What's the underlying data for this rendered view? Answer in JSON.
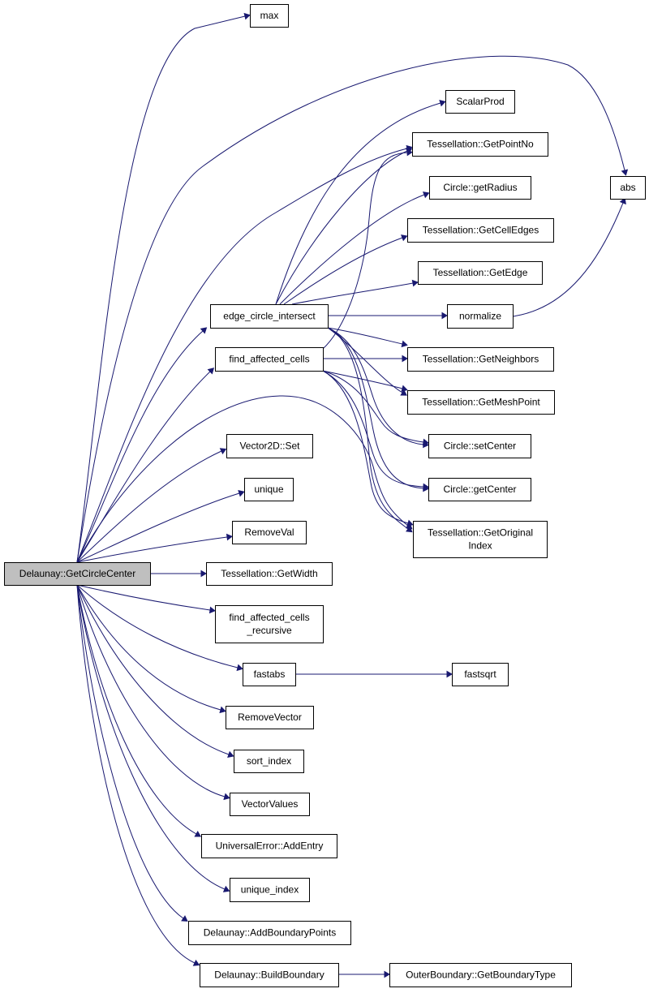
{
  "colors": {
    "edge": "#191970",
    "root_fill": "#bfbfbf",
    "node_fill": "#ffffff",
    "border": "#000000"
  },
  "nodes": [
    {
      "id": "getcirclecenter",
      "lines": [
        "Delaunay::GetCircleCenter"
      ],
      "root": true
    },
    {
      "id": "max",
      "lines": [
        "max"
      ]
    },
    {
      "id": "abs",
      "lines": [
        "abs"
      ]
    },
    {
      "id": "edge_circle_intersect",
      "lines": [
        "edge_circle_intersect"
      ]
    },
    {
      "id": "find_affected_cells",
      "lines": [
        "find_affected_cells"
      ]
    },
    {
      "id": "vector2d_set",
      "lines": [
        "Vector2D::Set"
      ]
    },
    {
      "id": "unique",
      "lines": [
        "unique"
      ]
    },
    {
      "id": "removeval",
      "lines": [
        "RemoveVal"
      ]
    },
    {
      "id": "getwidth",
      "lines": [
        "Tessellation::GetWidth"
      ]
    },
    {
      "id": "find_affected_cells_recursive",
      "lines": [
        "find_affected_cells",
        "_recursive"
      ]
    },
    {
      "id": "fastabs",
      "lines": [
        "fastabs"
      ]
    },
    {
      "id": "fastsqrt",
      "lines": [
        "fastsqrt"
      ]
    },
    {
      "id": "removevector",
      "lines": [
        "RemoveVector"
      ]
    },
    {
      "id": "sort_index",
      "lines": [
        "sort_index"
      ]
    },
    {
      "id": "vectorvalues",
      "lines": [
        "VectorValues"
      ]
    },
    {
      "id": "adderrentry",
      "lines": [
        "UniversalError::AddEntry"
      ]
    },
    {
      "id": "unique_index",
      "lines": [
        "unique_index"
      ]
    },
    {
      "id": "addboundarypoints",
      "lines": [
        "Delaunay::AddBoundaryPoints"
      ]
    },
    {
      "id": "buildboundary",
      "lines": [
        "Delaunay::BuildBoundary"
      ]
    },
    {
      "id": "getboundarytype",
      "lines": [
        "OuterBoundary::GetBoundaryType"
      ]
    },
    {
      "id": "scalarprod",
      "lines": [
        "ScalarProd"
      ]
    },
    {
      "id": "getpointno",
      "lines": [
        "Tessellation::GetPointNo"
      ]
    },
    {
      "id": "getradius",
      "lines": [
        "Circle::getRadius"
      ]
    },
    {
      "id": "getcelledges",
      "lines": [
        "Tessellation::GetCellEdges"
      ]
    },
    {
      "id": "getedge",
      "lines": [
        "Tessellation::GetEdge"
      ]
    },
    {
      "id": "normalize",
      "lines": [
        "normalize"
      ]
    },
    {
      "id": "getneighbors",
      "lines": [
        "Tessellation::GetNeighbors"
      ]
    },
    {
      "id": "getmeshpoint",
      "lines": [
        "Tessellation::GetMeshPoint"
      ]
    },
    {
      "id": "setcenter",
      "lines": [
        "Circle::setCenter"
      ]
    },
    {
      "id": "getcenter",
      "lines": [
        "Circle::getCenter"
      ]
    },
    {
      "id": "getoriginalindex",
      "lines": [
        "Tessellation::GetOriginal",
        "Index"
      ]
    }
  ],
  "edges": [
    [
      "getcirclecenter",
      "max"
    ],
    [
      "getcirclecenter",
      "abs"
    ],
    [
      "getcirclecenter",
      "getpointno"
    ],
    [
      "getcirclecenter",
      "edge_circle_intersect"
    ],
    [
      "getcirclecenter",
      "find_affected_cells"
    ],
    [
      "getcirclecenter",
      "getoriginalindex"
    ],
    [
      "getcirclecenter",
      "vector2d_set"
    ],
    [
      "getcirclecenter",
      "unique"
    ],
    [
      "getcirclecenter",
      "removeval"
    ],
    [
      "getcirclecenter",
      "getwidth"
    ],
    [
      "getcirclecenter",
      "find_affected_cells_recursive"
    ],
    [
      "getcirclecenter",
      "fastabs"
    ],
    [
      "getcirclecenter",
      "removevector"
    ],
    [
      "getcirclecenter",
      "sort_index"
    ],
    [
      "getcirclecenter",
      "vectorvalues"
    ],
    [
      "getcirclecenter",
      "adderrentry"
    ],
    [
      "getcirclecenter",
      "unique_index"
    ],
    [
      "getcirclecenter",
      "addboundarypoints"
    ],
    [
      "getcirclecenter",
      "buildboundary"
    ],
    [
      "edge_circle_intersect",
      "scalarprod"
    ],
    [
      "edge_circle_intersect",
      "getpointno"
    ],
    [
      "edge_circle_intersect",
      "getradius"
    ],
    [
      "edge_circle_intersect",
      "getcelledges"
    ],
    [
      "edge_circle_intersect",
      "getedge"
    ],
    [
      "edge_circle_intersect",
      "normalize"
    ],
    [
      "edge_circle_intersect",
      "getneighbors"
    ],
    [
      "edge_circle_intersect",
      "getmeshpoint"
    ],
    [
      "edge_circle_intersect",
      "setcenter"
    ],
    [
      "edge_circle_intersect",
      "getcenter"
    ],
    [
      "edge_circle_intersect",
      "getoriginalindex"
    ],
    [
      "find_affected_cells",
      "getpointno"
    ],
    [
      "find_affected_cells",
      "getneighbors"
    ],
    [
      "find_affected_cells",
      "getmeshpoint"
    ],
    [
      "find_affected_cells",
      "setcenter"
    ],
    [
      "find_affected_cells",
      "getcenter"
    ],
    [
      "find_affected_cells",
      "getoriginalindex"
    ],
    [
      "normalize",
      "abs"
    ],
    [
      "fastabs",
      "fastsqrt"
    ],
    [
      "buildboundary",
      "getboundarytype"
    ]
  ]
}
